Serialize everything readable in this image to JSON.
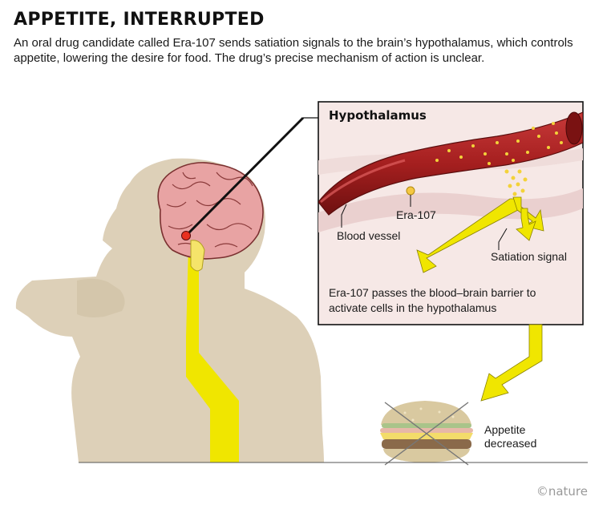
{
  "header": {
    "title": "APPETITE, INTERRUPTED",
    "subtitle": "An oral drug candidate called Era-107 sends satiation signals to the brain’s hypothalamus, which controls appetite, lowering the desire for food. The drug’s precise mechanism of action is unclear."
  },
  "inset": {
    "title": "Hypothalamus",
    "label_drug": "Era-107",
    "label_vessel": "Blood vessel",
    "label_signal": "Satiation signal",
    "caption": "Era-107 passes the blood–brain barrier to activate cells in the hypothalamus"
  },
  "outcome": {
    "label": "Appetite decreased"
  },
  "credit": "©nature",
  "colors": {
    "skin": "#ddd0b8",
    "brain": "#e8a0a0",
    "vessel": "#a82020",
    "signal_yellow": "#f0e600",
    "era_dot": "#f5c842"
  },
  "icons": [
    "person-silhouette",
    "brain-illustration",
    "blood-vessel",
    "satiation-arrow",
    "hamburger-crossed"
  ]
}
